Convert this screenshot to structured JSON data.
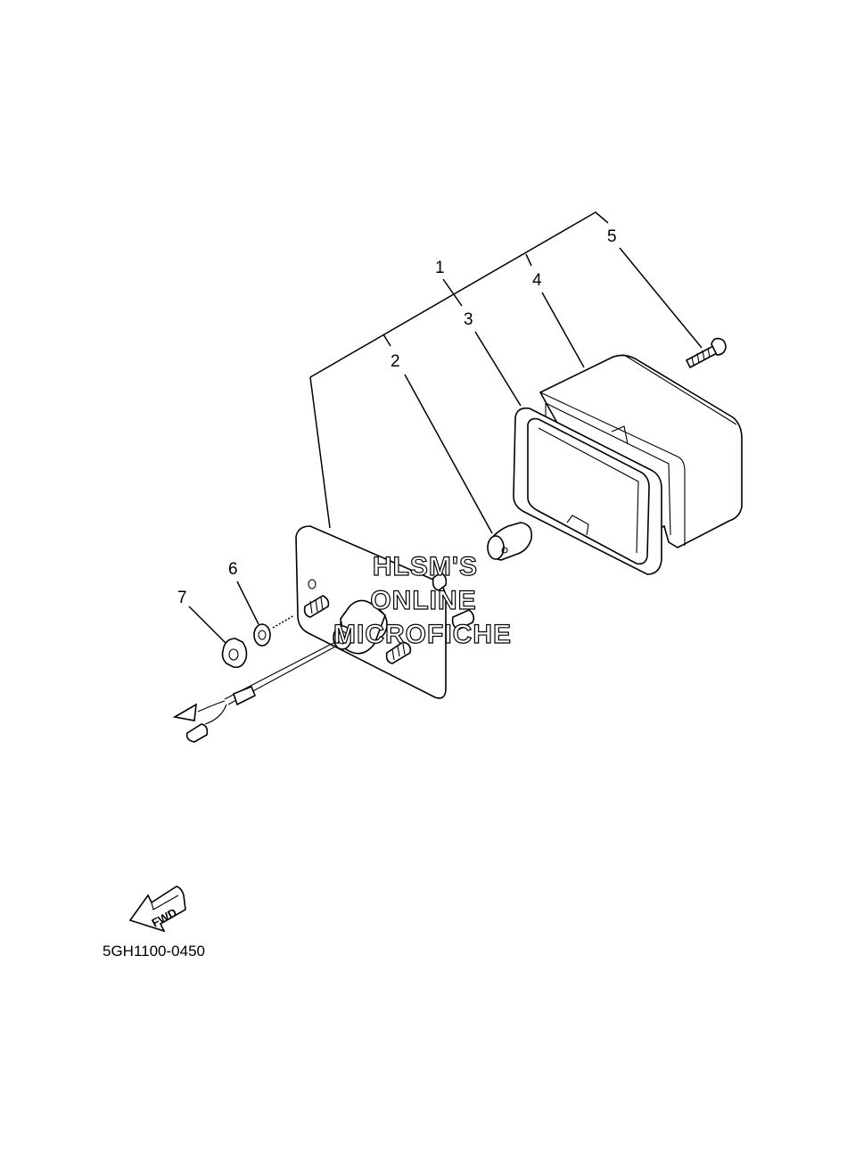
{
  "callouts": [
    {
      "id": "1",
      "label": "1"
    },
    {
      "id": "2",
      "label": "2"
    },
    {
      "id": "3",
      "label": "3"
    },
    {
      "id": "4",
      "label": "4"
    },
    {
      "id": "5",
      "label": "5"
    },
    {
      "id": "6",
      "label": "6"
    },
    {
      "id": "7",
      "label": "7"
    }
  ],
  "watermark": {
    "line1": "HLSM'S",
    "line2": "ONLINE",
    "line3": "MICROFICHE"
  },
  "fwd_arrow": {
    "label": "FWD",
    "icon": "fwd-arrow-icon"
  },
  "diagram_code": "5GH1100-0450"
}
